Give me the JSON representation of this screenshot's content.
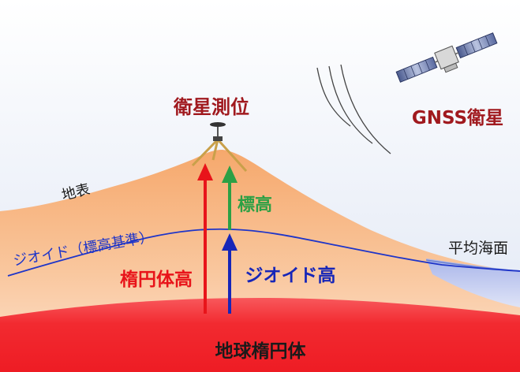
{
  "labels": {
    "satellite_positioning": "衛星測位",
    "gnss_satellite": "GNSS衛星",
    "ground_surface": "地表",
    "geoid_reference": "ジオイド（標高基準）",
    "orthometric_height": "標高",
    "mean_sea_level": "平均海面",
    "ellipsoidal_height": "楕円体高",
    "geoid_height": "ジオイド高",
    "earth_ellipsoid": "地球楕円体"
  },
  "colors": {
    "dark_red_label": "#a0191e",
    "ellipsoidal_height": "#e8141a",
    "orthometric_height": "#2ca045",
    "geoid": "#1f35c8",
    "geoid_height": "#1726b8",
    "ellipsoid_fill": "#f5373c",
    "terrain_fill": "#f7b582",
    "sea_fill": "#b6c1ec"
  },
  "icons": {
    "satellite": "satellite-icon",
    "receiver": "gnss-receiver-tripod-icon",
    "signal": "signal-wave-icon"
  }
}
